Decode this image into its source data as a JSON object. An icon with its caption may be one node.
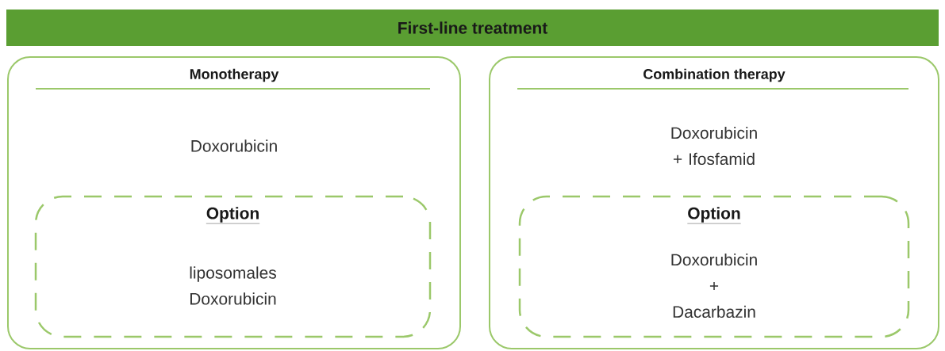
{
  "diagram": {
    "nodes": [
      {
        "text": [
          "First-line treatment"
        ]
      },
      {
        "text": [
          "Monotherapy",
          "Doxorubicin"
        ]
      },
      {
        "text": [
          "Option",
          "liposomales Doxorubicin"
        ],
        "in": 1
      },
      {
        "text": [
          "Combination therapy",
          "Doxorubicin + Ifosfamid"
        ]
      },
      {
        "text": [
          "Option",
          "Doxorubicin + Dacarbazin"
        ],
        "in": 3
      }
    ]
  }
}
